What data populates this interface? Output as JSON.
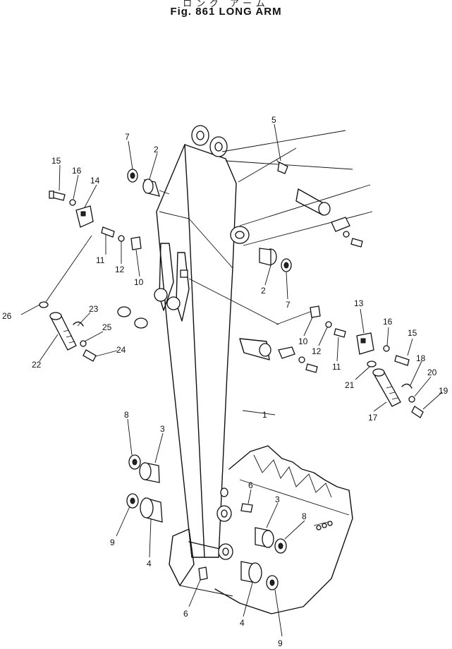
{
  "header": {
    "japanese_title": "ロング アーム",
    "figure_title": "Fig. 861   LONG ARM"
  },
  "callouts": [
    "1",
    "2",
    "3",
    "4",
    "5",
    "6",
    "7",
    "8",
    "9",
    "10",
    "11",
    "12",
    "13",
    "14",
    "15",
    "16",
    "17",
    "18",
    "19",
    "20",
    "21",
    "22",
    "23",
    "24",
    "25",
    "26"
  ]
}
